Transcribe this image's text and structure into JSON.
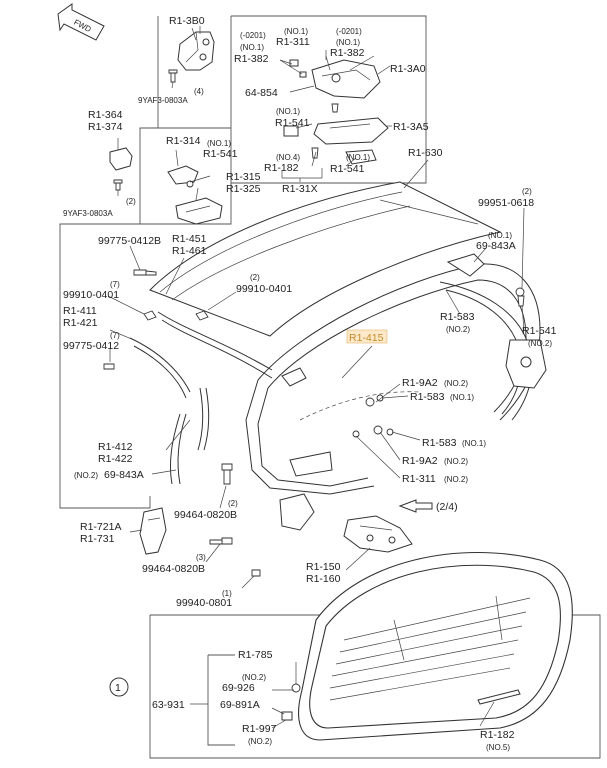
{
  "fwd": "FWD",
  "callout_1": "1",
  "callout_page": "(2/4)",
  "labels": {
    "r1_3b0": "R1-3B0",
    "q4_a": "(4)",
    "yaf_a": "9YAF3-0803A",
    "r1_364": "R1-364",
    "r1_374": "R1-374",
    "q2_a": "(2)",
    "yaf_b": "9YAF3-0803A",
    "r1_314": "R1-314",
    "no1_a": "(NO.1)",
    "r1_541_a": "R1-541",
    "r1_315": "R1-315",
    "r1_325": "R1-325",
    "c0201_a": "(-0201)",
    "no1_b": "(NO.1)",
    "c0201_b": "(-0201)",
    "r1_311_a": "R1-311",
    "no1_c": "(NO.1)",
    "r1_382_a": "R1-382",
    "no1_d": "(NO.1)",
    "r1_382_b": "R1-382",
    "r1_3a0": "R1-3A0",
    "n64_854": "64-854",
    "no1_e": "(NO.1)",
    "r1_541_b": "R1-541",
    "r1_3a5": "R1-3A5",
    "no4": "(NO.4)",
    "r1_182_a": "R1-182",
    "no1_f": "(NO.1)",
    "r1_541_c": "R1-541",
    "r1_31x": "R1-31X",
    "r1_630": "R1-630",
    "q2_b": "(2)",
    "n99951": "99951-0618",
    "no1_g": "(NO.1)",
    "n69_843a_a": "69-843A",
    "n99775_a": "99775-0412B",
    "r1_451": "R1-451",
    "r1_461": "R1-461",
    "q2_c": "(2)",
    "n99910_a": "99910-0401",
    "q7_a": "(7)",
    "n99910_b": "99910-0401",
    "r1_411": "R1-411",
    "r1_421": "R1-421",
    "q7_b": "(7)",
    "n99775_b": "99775-0412",
    "r1_583_a": "R1-583",
    "no2_a": "(NO.2)",
    "r1_541_d": "R1-541",
    "no2_b": "(NO.2)",
    "r1_415": "R1-415",
    "r1_9a2_a": "R1-9A2",
    "no2_c": "(NO.2)",
    "r1_583_b": "R1-583",
    "no1_h": "(NO.1)",
    "r1_583_c": "R1-583",
    "no1_i": "(NO.1)",
    "r1_9a2_b": "R1-9A2",
    "no2_d": "(NO.2)",
    "r1_311_b": "R1-311",
    "no2_e": "(NO.2)",
    "r1_412": "R1-412",
    "r1_422": "R1-422",
    "no2_f": "(NO.2)",
    "n69_843a_b": "69-843A",
    "q2_d": "(2)",
    "n99464_a": "99464-0820B",
    "r1_721a": "R1-721A",
    "r1_731": "R1-731",
    "q3": "(3)",
    "n99464_b": "99464-0820B",
    "r1_150": "R1-150",
    "r1_160": "R1-160",
    "q1": "(1)",
    "n99940": "99940-0801",
    "r1_785": "R1-785",
    "no2_g": "(NO.2)",
    "n69_926": "69-926",
    "n63_931": "63-931",
    "n69_891a": "69-891A",
    "r1_997": "R1-997",
    "no2_h": "(NO.2)",
    "r1_182_b": "R1-182",
    "no5": "(NO.5)"
  }
}
